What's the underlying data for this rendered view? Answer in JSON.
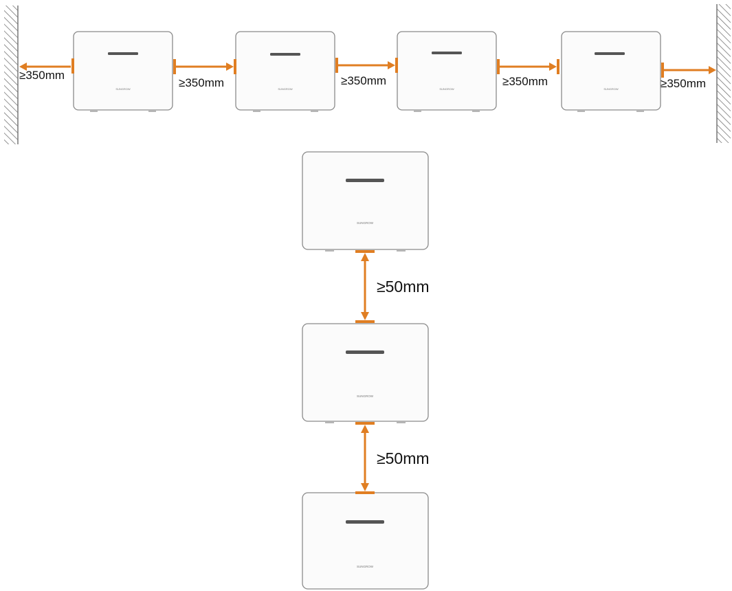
{
  "colors": {
    "arrow": "#e07e22",
    "unit_border": "#8a8a8a",
    "unit_fill": "#fbfbfb",
    "slot": "#555555",
    "hatch": "#777777",
    "label": "#111111"
  },
  "icons": {
    "unit": "inverter-unit-icon",
    "wall": "hatched-wall-icon",
    "arrow": "double-headed-arrow-icon"
  },
  "horizontal_row": {
    "unit_count": 4,
    "unit_brand_text": "SUNGROW",
    "gap_labels": [
      "≥350mm",
      "≥350mm",
      "≥350mm",
      "≥350mm",
      "≥350mm"
    ]
  },
  "vertical_stack": {
    "unit_count": 3,
    "unit_brand_text": "SUNGROW",
    "gap_labels": [
      "≥50mm",
      "≥50mm"
    ]
  }
}
